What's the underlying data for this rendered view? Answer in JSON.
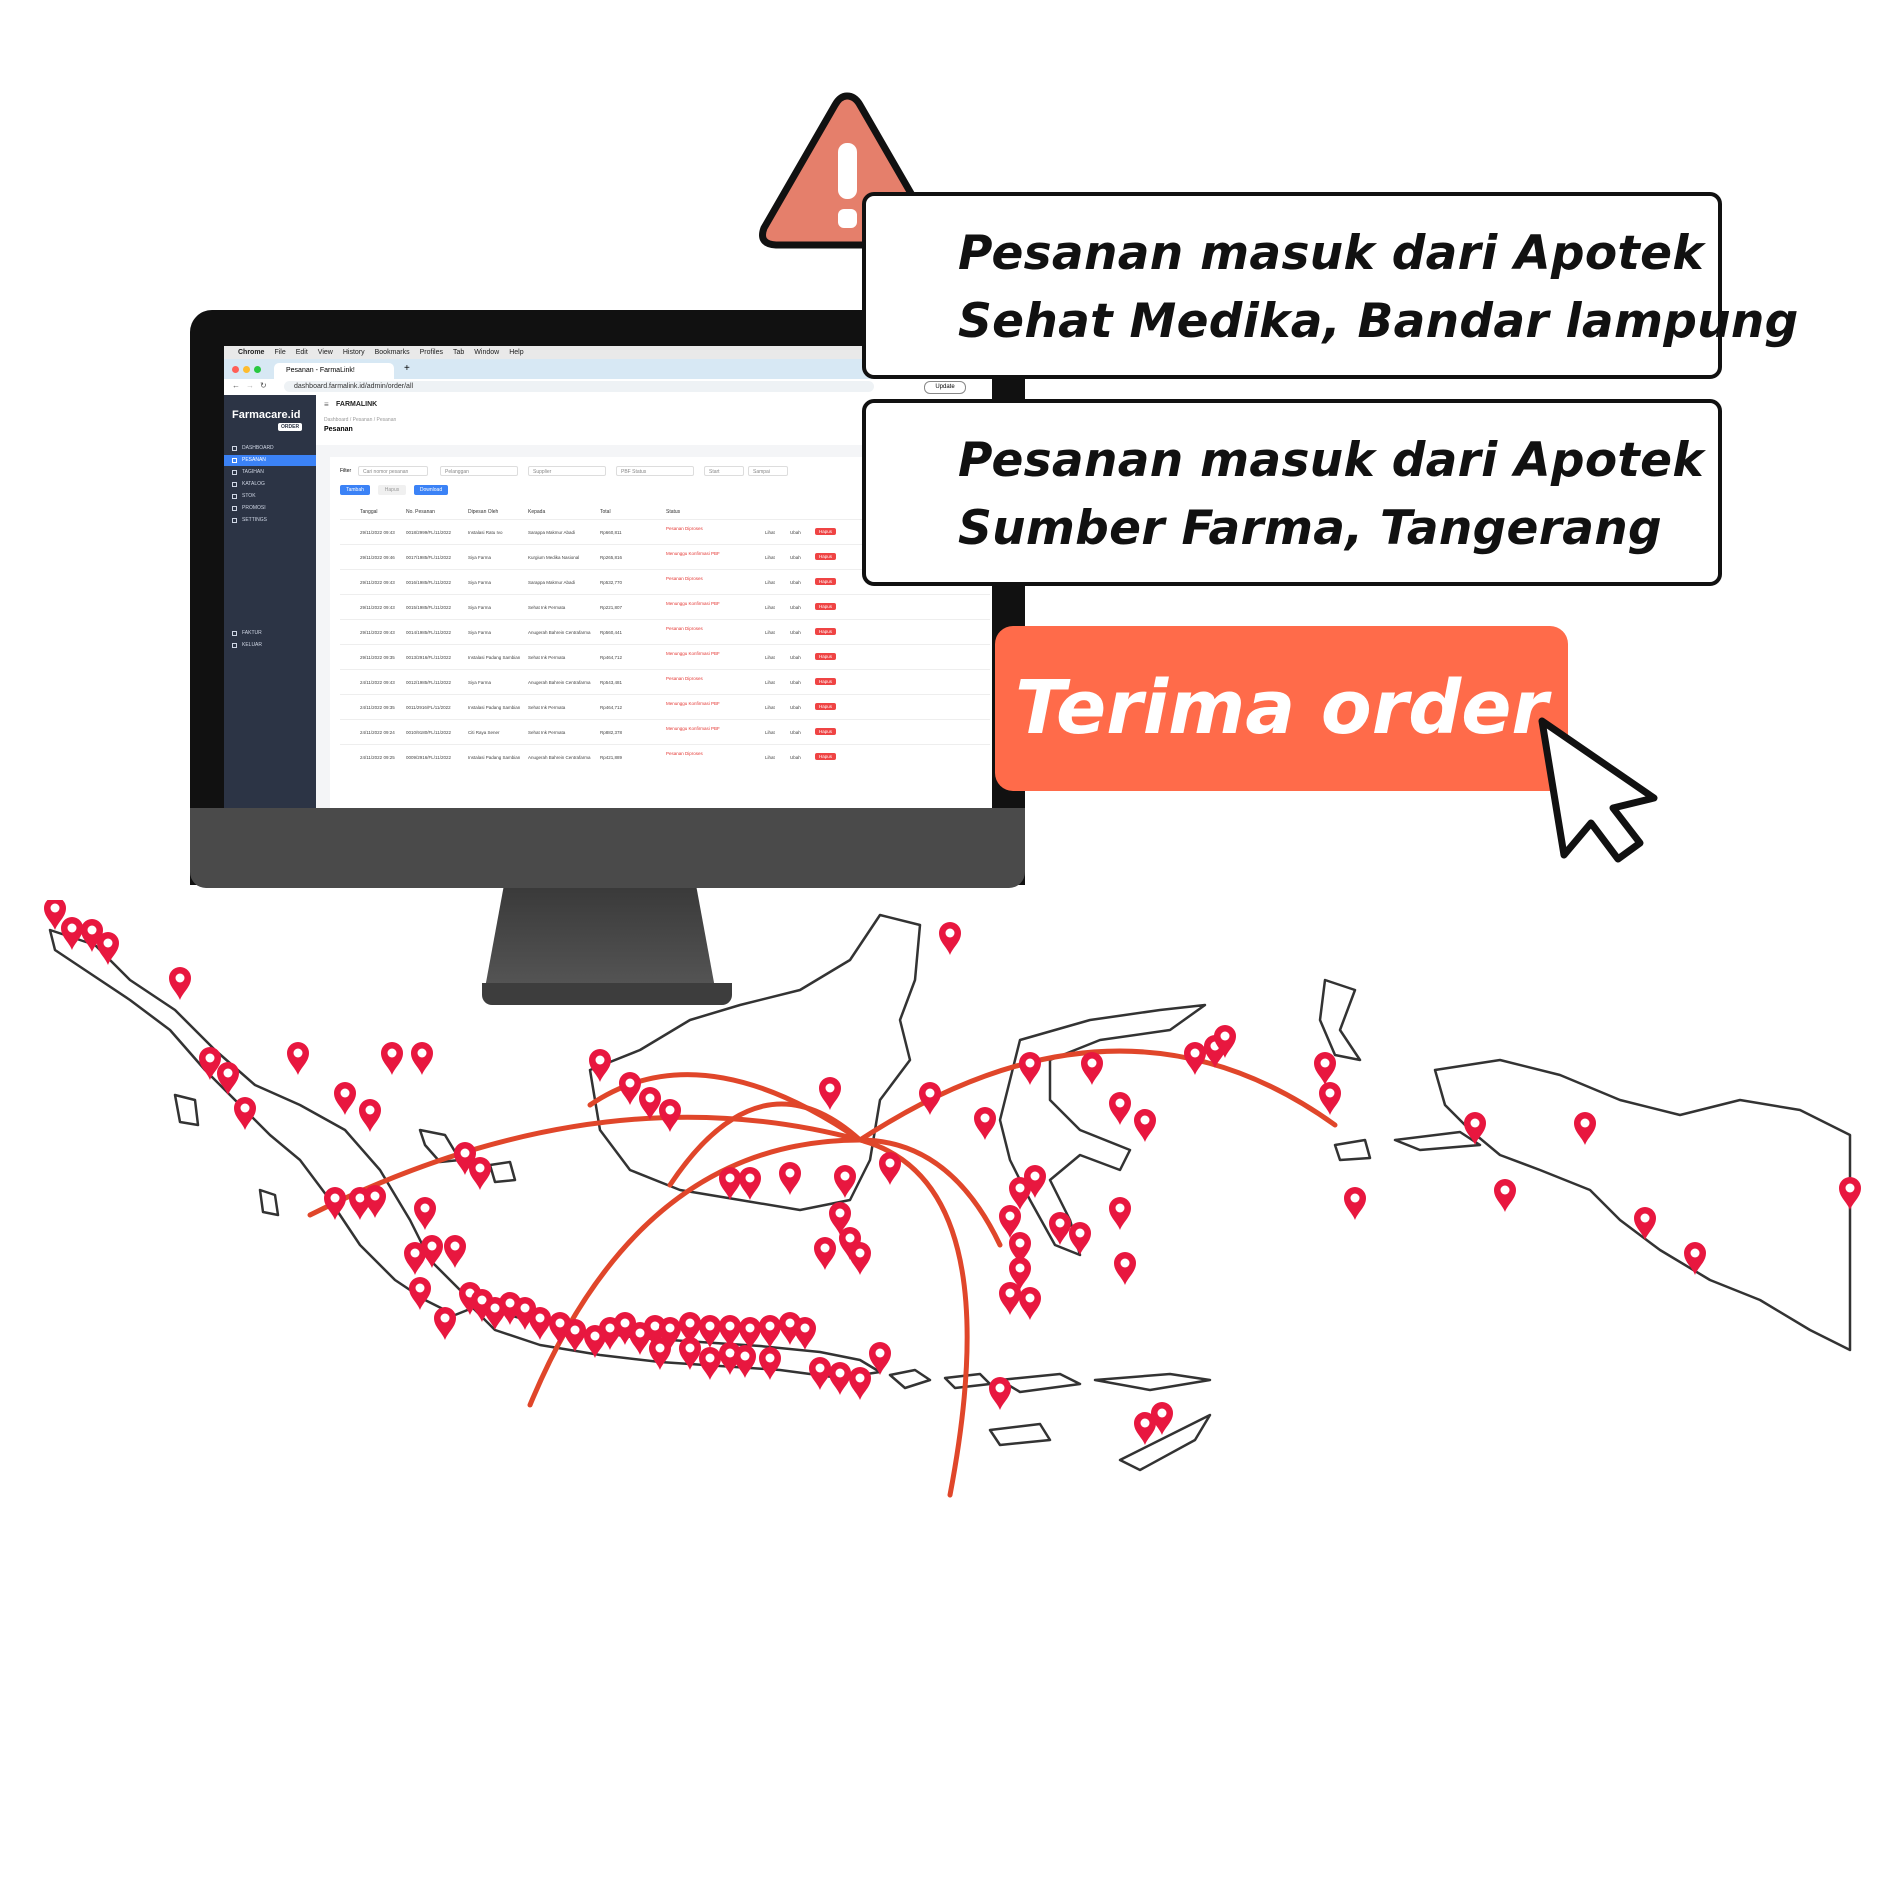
{
  "browser": {
    "menu_items": [
      "Chrome",
      "File",
      "Edit",
      "View",
      "History",
      "Bookmarks",
      "Profiles",
      "Tab",
      "Window",
      "Help"
    ],
    "tab_title": "Pesanan - FarmaLink!",
    "url": "dashboard.farmalink.id/admin/order/all",
    "update_label": "Update"
  },
  "app": {
    "brand": "Farmacare.id",
    "brand_tag": "ORDER",
    "header_title": "FARMALINK",
    "breadcrumb": "Dashboard / Pesanan / Pesanan",
    "page_title": "Pesanan",
    "nav": [
      "DASHBOARD",
      "PESANAN",
      "TAGIHAN",
      "KATALOG",
      "STOK",
      "PROMOSI",
      "SETTINGS"
    ],
    "nav_bottom": [
      "FAKTUR",
      "KELUAR"
    ],
    "filter": {
      "label": "Filter",
      "search_placeholder": "Cari nomor pesanan",
      "pelanggan": "Pelanggan",
      "supplier": "Supplier",
      "pbf_status": "PBF Status",
      "start": "Start",
      "sampai": "Sampai"
    },
    "buttons": {
      "tambah": "Tambah",
      "hapus": "Hapus",
      "download": "Download"
    },
    "columns": [
      "Tanggal",
      "No. Pesanan",
      "Dipesan Oleh",
      "Kepada",
      "Total",
      "Status"
    ],
    "rows": [
      {
        "tanggal": "29/11/2022 09:43",
        "no": "0018/2999/FL/11/2022",
        "oleh": "Instalasi Ratu Ivo",
        "kepada": "Sarappa Makmur Abadi",
        "total": "Rp660,811",
        "status": "Pesanan Diproses"
      },
      {
        "tanggal": "29/11/2022 09:46",
        "no": "0017/1985/FL/11/2022",
        "oleh": "Siya Farma",
        "kepada": "Kurgium Medika Nasional",
        "total": "Rp265,816",
        "status": "Menunggu Konfirmasi PBF"
      },
      {
        "tanggal": "29/11/2022 09:43",
        "no": "0016/1985/FL/11/2022",
        "oleh": "Siya Farma",
        "kepada": "Sarappa Makmur Abadi",
        "total": "Rp532,770",
        "status": "Pesanan Diproses"
      },
      {
        "tanggal": "29/11/2022 09:43",
        "no": "0015/1985/FL/11/2022",
        "oleh": "Siya Farma",
        "kepada": "Sehat Ink Permata",
        "total": "Rp221,807",
        "status": "Menunggu Konfirmasi PBF"
      },
      {
        "tanggal": "29/11/2022 09:43",
        "no": "0014/1985/FL/11/2022",
        "oleh": "Siya Farma",
        "kepada": "Anugerah Bahrein Centrafarma",
        "total": "Rp560,441",
        "status": "Pesanan Diproses"
      },
      {
        "tanggal": "29/11/2022 09:35",
        "no": "0013/2916/FL/11/2022",
        "oleh": "Instalasi Padang Sambian",
        "kepada": "Sehat Ink Permata",
        "total": "Rp464,712",
        "status": "Menunggu Konfirmasi PBF"
      },
      {
        "tanggal": "24/11/2022 09:43",
        "no": "0012/1985/FL/11/2022",
        "oleh": "Siya Farma",
        "kepada": "Anugerah Bahrein Centrafarma",
        "total": "Rp543,481",
        "status": "Pesanan Diproses"
      },
      {
        "tanggal": "24/11/2022 09:35",
        "no": "0011/2916/FL/11/2022",
        "oleh": "Instalasi Padang Sambian",
        "kepada": "Sehat Ink Permata",
        "total": "Rp464,712",
        "status": "Menunggu Konfirmasi PBF"
      },
      {
        "tanggal": "24/11/2022 09:24",
        "no": "0010/9180/FL/11/2022",
        "oleh": "Citi Raya Sener",
        "kepada": "Sehat Ink Permata",
        "total": "Rp882,378",
        "status": "Menunggu Konfirmasi PBF"
      },
      {
        "tanggal": "24/11/2022 09:25",
        "no": "0009/2916/FL/11/2022",
        "oleh": "Instalasi Padang Sambian",
        "kepada": "Anugerah Bahrein Centrafarma",
        "total": "Rp421,889",
        "status": "Pesanan Diproses"
      }
    ],
    "row_actions": {
      "lihat": "Lihat",
      "ubah": "Ubah",
      "hapus": "Hapus"
    }
  },
  "notifications": [
    {
      "line1": "Pesanan masuk dari Apotek",
      "line2": "Sehat Medika, Bandar lampung"
    },
    {
      "line1": "Pesanan masuk dari Apotek",
      "line2": "Sumber Farma, Tangerang"
    }
  ],
  "accept_button": "Terima order",
  "colors": {
    "alert": "#e57f6b",
    "accept": "#ff6b4a",
    "pin": "#e8173f",
    "arc": "#e0462a",
    "sidebar": "#2c3445",
    "primary": "#3b82f6"
  },
  "icons": [
    "warning-triangle-icon",
    "cursor-arrow-icon",
    "map-pin-icon"
  ]
}
